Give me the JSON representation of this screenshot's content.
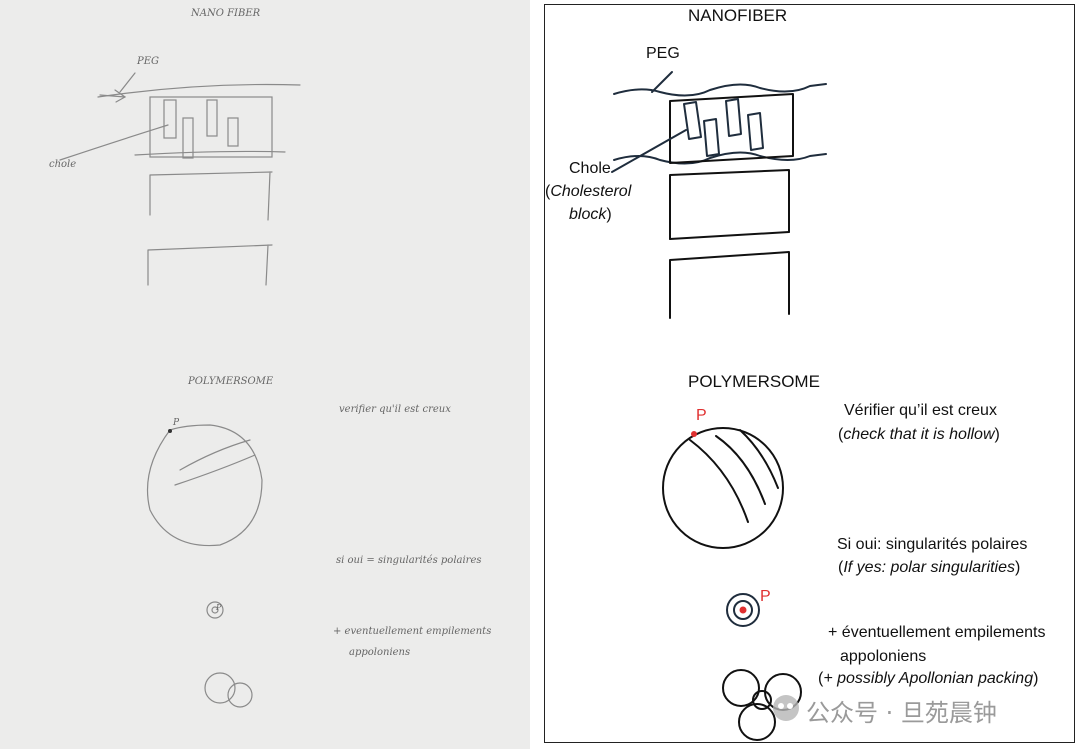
{
  "sketch": {
    "nanofiber_title": "NANO FIBER",
    "peg_label": "PEG",
    "chole_label": "chole",
    "polymersome_title": "POLYMERSOME",
    "verify_note": "verifier qu'il est creux",
    "if_yes_note": "si oui = singularités polaires",
    "p_label": "P",
    "p_label_small": "P",
    "packing_note_1": "+ eventuellement empilements",
    "packing_note_2": "appoloniens"
  },
  "typed": {
    "nanofiber_title": "NANOFIBER",
    "peg_label": "PEG",
    "chole_label": "Chole",
    "chole_open": "(",
    "chole_italic_1": "Cholesterol",
    "chole_italic_2": "block",
    "chole_close": ")",
    "polymersome_title": "POLYMERSOME",
    "p_label": "P",
    "verify_fr": "Vérifier qu’il est creux",
    "verify_en_open": "(",
    "verify_en": "check that it is hollow",
    "verify_en_close": ")",
    "singular_fr": "Si oui: singularités polaires",
    "singular_en_open": "(",
    "singular_en": "If yes: polar singularities",
    "singular_en_close": ")",
    "p_label_small": "P",
    "packing_fr_1": "+ éventuellement empilements",
    "packing_fr_2": "appoloniens",
    "packing_en_open": "(",
    "packing_en": "+ possibly Apollonian packing",
    "packing_en_close": ")"
  },
  "watermark": "公众号 · 旦苑晨钟",
  "colors": {
    "accent_red": "#e03030",
    "line": "#111111",
    "pencil": "#7a7a7a",
    "paper": "#ececeb"
  }
}
